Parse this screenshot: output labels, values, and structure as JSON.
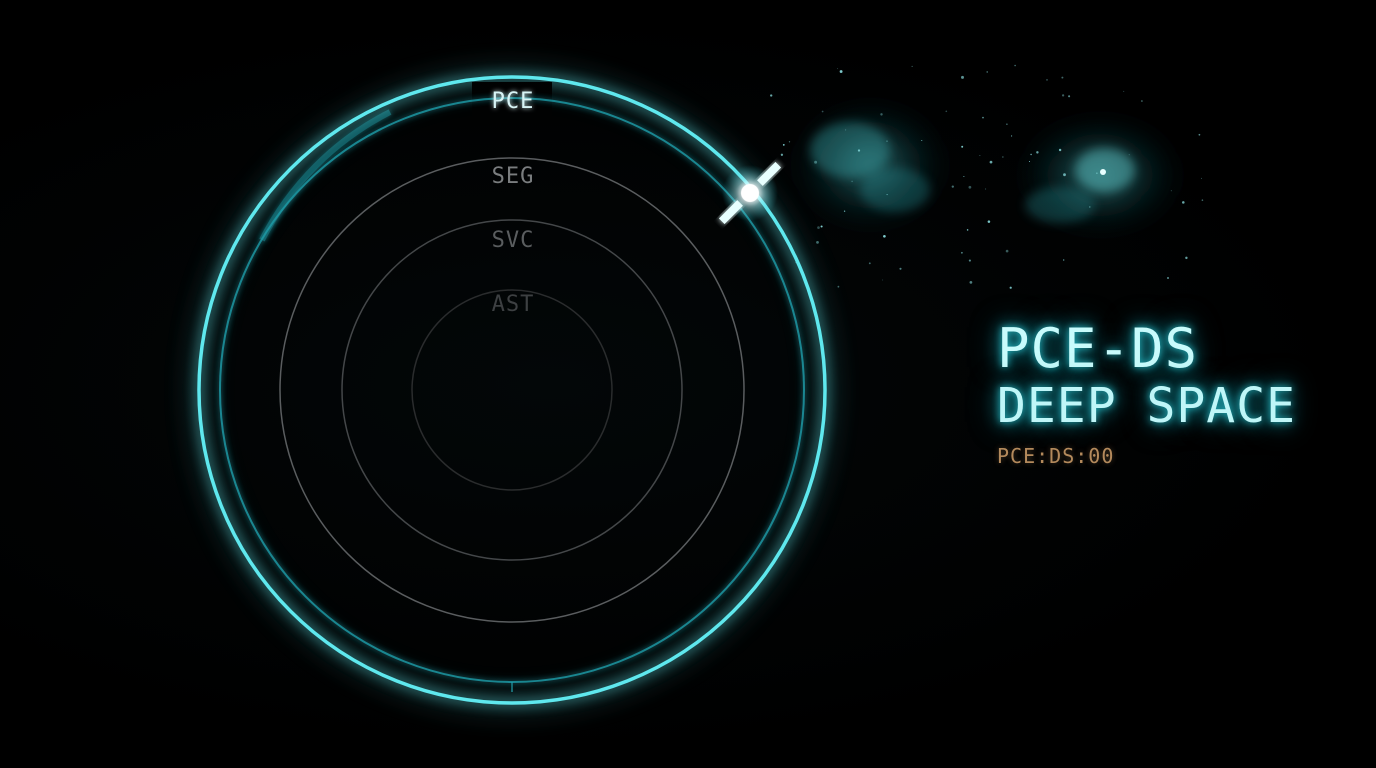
{
  "rings": {
    "outer_label": "PCE",
    "second_label": "SEG",
    "third_label": "SVC",
    "inner_label": "AST"
  },
  "title": {
    "main": "PCE-DS",
    "sub": "DEEP SPACE",
    "code": "PCE:DS:00"
  },
  "colors": {
    "accent_cyan": "#29c7d3",
    "ring_gray": "#5a5d5f",
    "code_amber": "#b48a5c",
    "background": "#000000"
  },
  "icons": {
    "satellite": "satellite-icon",
    "nebula": "nebula-image"
  }
}
